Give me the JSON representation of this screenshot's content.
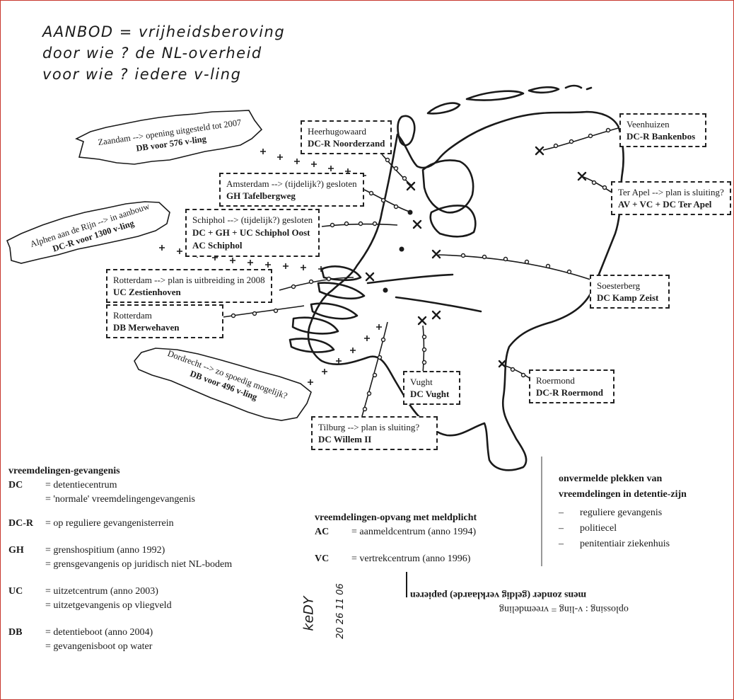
{
  "header": {
    "line1": "AANBOD = vrijheidsberoving",
    "line2": "door wie ? de NL-overheid",
    "line3": "voor wie ? iedere v-ling"
  },
  "boxes": {
    "heerhugowaard": {
      "place": "Heerhugowaard",
      "name": "DC-R Noorderzand"
    },
    "amsterdam": {
      "place": "Amsterdam --> (tijdelijk?) gesloten",
      "name": "GH Tafelbergweg"
    },
    "schiphol": {
      "place": "Schiphol --> (tijdelijk?) gesloten",
      "name1": "DC + GH + UC Schiphol Oost",
      "name2": "AC Schiphol"
    },
    "rotterdam1": {
      "place": "Rotterdam --> plan is uitbreiding in 2008",
      "name": "UC Zestienhoven"
    },
    "rotterdam2": {
      "place": "Rotterdam",
      "name": "DB Merwehaven"
    },
    "veenhuizen": {
      "place": "Veenhuizen",
      "name": "DC-R Bankenbos"
    },
    "terapel": {
      "place": "Ter Apel --> plan is sluiting?",
      "name": "AV + VC + DC Ter Apel"
    },
    "soesterberg": {
      "place": "Soesterberg",
      "name": "DC Kamp Zeist"
    },
    "vught": {
      "place": "Vught",
      "name": "DC Vught"
    },
    "roermond": {
      "place": "Roermond",
      "name": "DC-R Roermond"
    },
    "tilburg": {
      "place": "Tilburg --> plan is sluiting?",
      "name": "DC Willem II"
    }
  },
  "clouds": {
    "zaandam": {
      "line1": "Zaandam --> opening uitgesteld tot 2007",
      "line2": "DB voor 576 v-ling"
    },
    "alphen": {
      "line1": "Alphen aan de Rijn --> in aanbouw",
      "line2": "DC-R voor 1300 v-ling"
    },
    "dordrecht": {
      "line1": "Dordrecht --> zo spoedig mogelijk?",
      "line2": "DB voor 496 v-ling"
    }
  },
  "legend_left": {
    "title": "vreemdelingen-gevangenis",
    "dc_key": "DC",
    "dc_1": "= detentiecentrum",
    "dc_2": "= 'normale' vreemdelingengevangenis",
    "dcr_key": "DC-R",
    "dcr_1": "= op reguliere gevangenisterrein",
    "gh_key": "GH",
    "gh_1": "= grenshospitium (anno 1992)",
    "gh_2": "= grensgevangenis op juridisch niet NL-bodem",
    "uc_key": "UC",
    "uc_1": "= uitzetcentrum (anno 2003)",
    "uc_2": "= uitzetgevangenis op vliegveld",
    "db_key": "DB",
    "db_1": "= detentieboot (anno 2004)",
    "db_2": "= gevangenisboot op water"
  },
  "legend_mid": {
    "title": "vreemdelingen-opvang met meldplicht",
    "ac_key": "AC",
    "ac_1": "= aanmeldcentrum (anno 1994)",
    "vc_key": "VC",
    "vc_1": "= vertrekcentrum (anno 1996)"
  },
  "legend_right": {
    "title1": "onvermelde plekken van",
    "title2": "vreemdelingen in detentie-zijn",
    "item1": "reguliere gevangenis",
    "item2": "politiecel",
    "item3": "penitentiair ziekenhuis",
    "dash": "–"
  },
  "signature": {
    "name": "keDY",
    "date": "20 26 11 06"
  },
  "footnote": {
    "line1": "mens zonder (geldig verklaarde) papieren",
    "line2": "oplossing : v-ling = vreemdeling"
  }
}
